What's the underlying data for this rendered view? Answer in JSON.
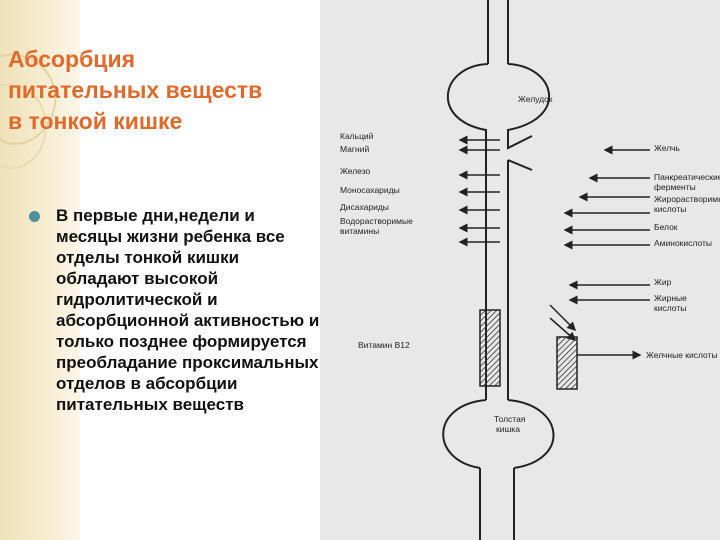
{
  "slide": {
    "title_lines": [
      "Абсорбция",
      "питательных веществ",
      "в тонкой кишке"
    ],
    "bullet_text": "В первые дни,недели и месяцы жизни ребенка все отделы тонкой кишки обладают высокой гидролитической и абсорбционной активностью и только позднее формируется преобладание проксимальных отделов в абсорбции питательных веществ"
  },
  "diagram": {
    "stomach": "Желудок",
    "large_intestine": [
      "Толстая",
      "кишка"
    ],
    "left_labels": [
      "Кальций",
      "Магний",
      "Железо",
      "Моносахариды",
      "Дисахариды",
      "Водорастворимые",
      "витамины",
      "Витамин В12"
    ],
    "right_labels": [
      "Желчь",
      "Панкреатические",
      "ферменты",
      "Жирорастворимые",
      "кислоты",
      "Белок",
      "Аминокислоты",
      "Жир",
      "Жирные",
      "кислоты",
      "Желчные кислоты"
    ]
  },
  "colors": {
    "title": "#e06a2c",
    "bullet": "#4f8fa0",
    "panel_bg": "#e8e8e8"
  }
}
